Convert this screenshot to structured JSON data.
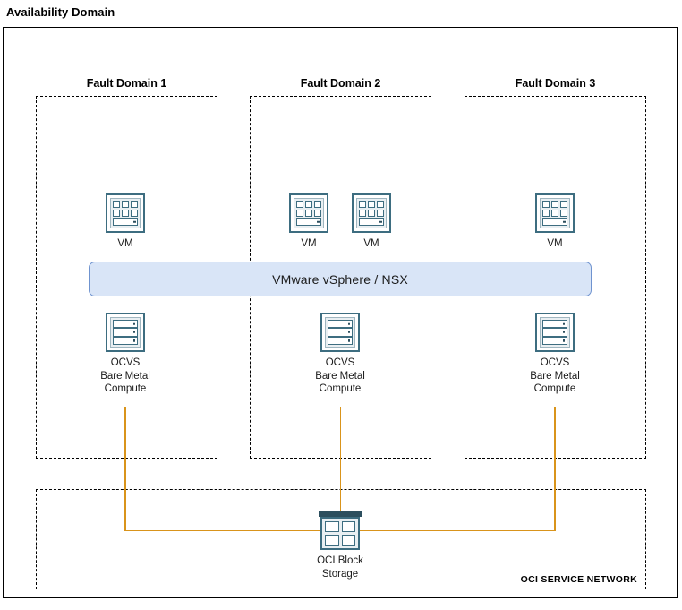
{
  "diagram": {
    "title": "Availability Domain",
    "service_network_label": "OCI SERVICE NETWORK",
    "platform_banner": "VMware vSphere / NSX",
    "colors": {
      "icon_outline": "#3d6d80",
      "icon_dark": "#2c4f5e",
      "banner_fill": "#d9e5f7",
      "banner_border": "#6f93cf",
      "connector": "#d9941b",
      "border": "#000000"
    },
    "fault_domains": [
      {
        "label": "Fault Domain 1",
        "vms": [
          {
            "label": "VM"
          }
        ],
        "compute": {
          "label": "OCVS\nBare Metal\nCompute"
        }
      },
      {
        "label": "Fault Domain 2",
        "vms": [
          {
            "label": "VM"
          },
          {
            "label": "VM"
          }
        ],
        "compute": {
          "label": "OCVS\nBare Metal\nCompute"
        }
      },
      {
        "label": "Fault Domain 3",
        "vms": [
          {
            "label": "VM"
          }
        ],
        "compute": {
          "label": "OCVS\nBare Metal\nCompute"
        }
      }
    ],
    "storage": {
      "label": "OCI Block\nStorage"
    }
  }
}
